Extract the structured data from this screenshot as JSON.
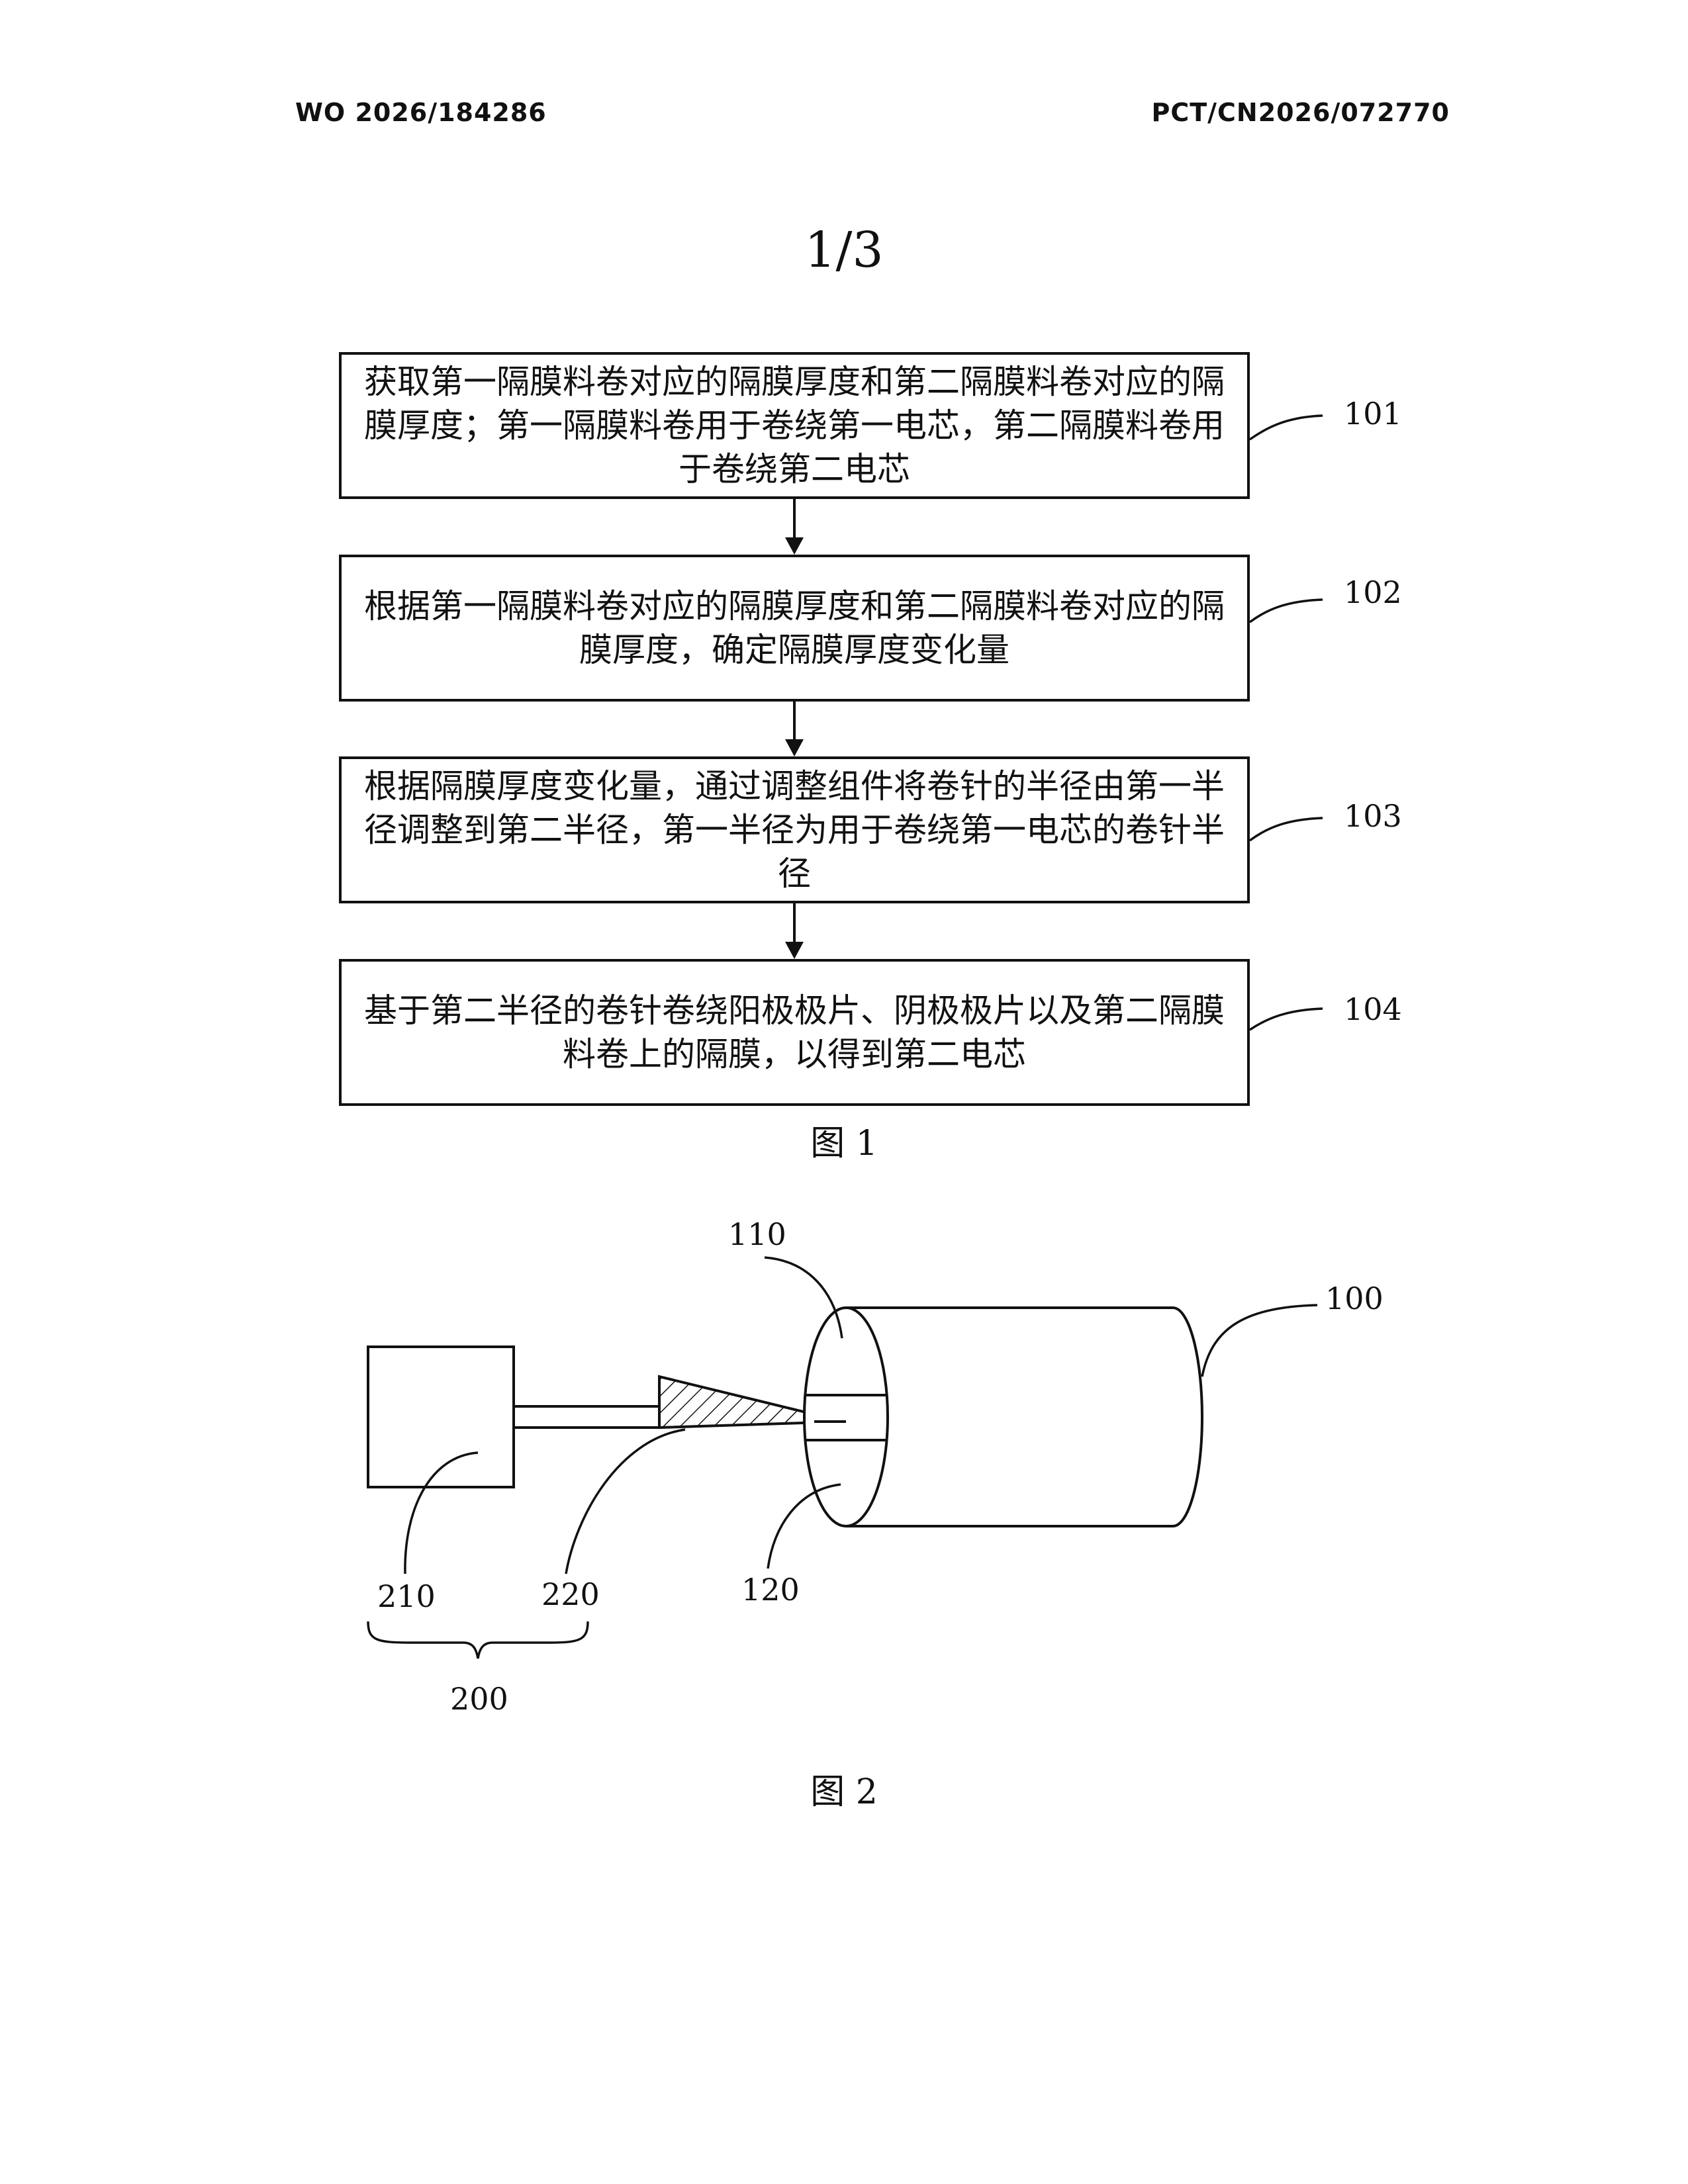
{
  "header": {
    "left": "WO 2026/184286",
    "right": "PCT/CN2026/072770"
  },
  "page_number": "1/3",
  "figure1": {
    "caption": "图 1",
    "steps": [
      {
        "ref": "101",
        "text": "获取第一隔膜料卷对应的隔膜厚度和第二隔膜料卷对应的隔膜厚度；第一隔膜料卷用于卷绕第一电芯，第二隔膜料卷用于卷绕第二电芯"
      },
      {
        "ref": "102",
        "text": "根据第一隔膜料卷对应的隔膜厚度和第二隔膜料卷对应的隔膜厚度，确定隔膜厚度变化量"
      },
      {
        "ref": "103",
        "text": "根据隔膜厚度变化量，通过调整组件将卷针的半径由第一半径调整到第二半径，第一半径为用于卷绕第一电芯的卷针半径"
      },
      {
        "ref": "104",
        "text": "基于第二半径的卷针卷绕阳极极片、阴极极片以及第二隔膜料卷上的隔膜，以得到第二电芯"
      }
    ]
  },
  "figure2": {
    "caption": "图 2",
    "labels": {
      "l100": "100",
      "l110": "110",
      "l120": "120",
      "l200": "200",
      "l210": "210",
      "l220": "220"
    }
  }
}
